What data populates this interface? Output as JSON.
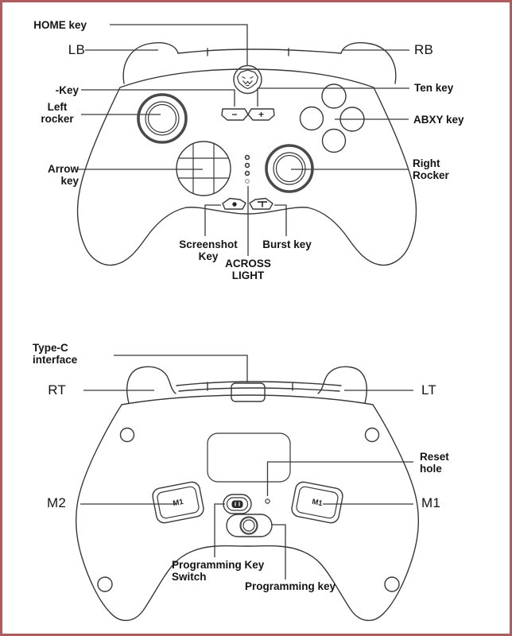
{
  "page": {
    "background": "#ffffff",
    "border_color": "#ac5c5c",
    "ink_color": "#383838",
    "text_color": "#141414"
  },
  "front_view": {
    "labels": {
      "home_key": "HOME key",
      "lb": "LB",
      "rb": "RB",
      "minus_key": "-Key",
      "ten_key": "Ten key",
      "left_rocker": "Left rocker",
      "abxy_key": "ABXY key",
      "arrow_key": "Arrow key",
      "right_rocker": "Right Rocker",
      "screenshot_key": "Screenshot Key",
      "burst_key": "Burst key",
      "across_light": "ACROSS LIGHT"
    },
    "icons": {
      "home_logo": "lion-head",
      "minus": "−",
      "plus": "+",
      "screenshot": "●",
      "turbo": "⊤"
    }
  },
  "back_view": {
    "labels": {
      "type_c": "Type-C interface",
      "rt": "RT",
      "lt": "LT",
      "reset_hole": "Reset hole",
      "m2": "M2",
      "m1": "M1",
      "programming_key_switch": "Programming Key Switch",
      "programming_key": "Programming key"
    },
    "engravings": {
      "left_paddle": "M1",
      "right_paddle": "M1"
    },
    "icons": {
      "switch": "slide-switch",
      "programming_button": "round-button"
    }
  }
}
